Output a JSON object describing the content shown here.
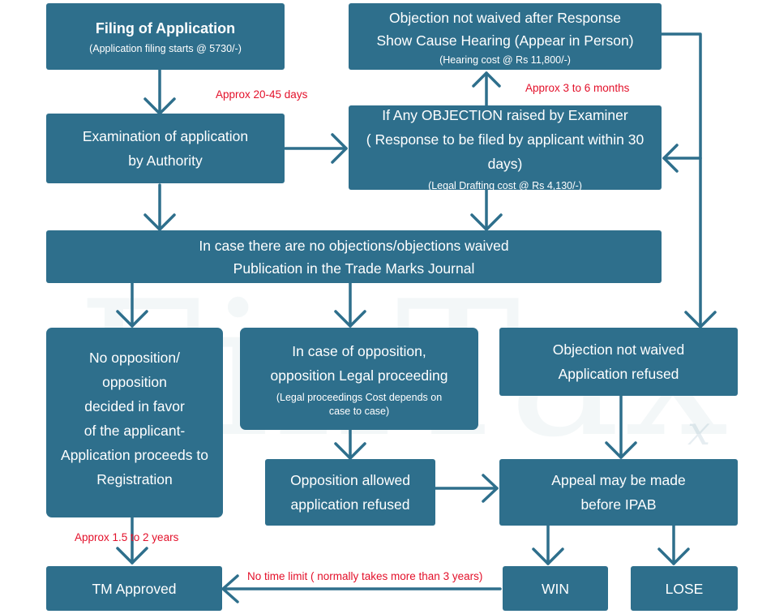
{
  "watermark": {
    "text": "FinTax",
    "mark": "x"
  },
  "boxes": {
    "filing": {
      "title": "Filing of Application",
      "sub": "(Application filing starts @ 5730/-)"
    },
    "examination": {
      "line1": "Examination of application",
      "line2": "by Authority"
    },
    "objection_raised": {
      "line1": "If Any OBJECTION raised by Examiner",
      "line2": "( Response to be filed by applicant within 30 days)",
      "sub": "(Legal Drafting cost @ Rs 4,130/-)"
    },
    "hearing": {
      "line1": "Objection not waived after Response",
      "line2": "Show Cause Hearing (Appear in Person)",
      "sub": "(Hearing cost  @ Rs 11,800/-)"
    },
    "publication": {
      "line1": "In case there are no objections/objections waived",
      "line2": "Publication in the Trade Marks Journal"
    },
    "no_opposition": {
      "lines": [
        "No opposition/",
        "opposition",
        "decided in favor",
        "of the applicant-",
        "Application proceeds to",
        "Registration"
      ]
    },
    "opposition": {
      "line1": "In case of opposition,",
      "line2": "opposition Legal proceeding",
      "sub1": "(Legal proceedings Cost  depends on",
      "sub2": "case  to case)"
    },
    "refused": {
      "line1": "Objection not waived",
      "line2": "Application refused"
    },
    "opposition_allowed": {
      "line1": "Opposition allowed",
      "line2": "application refused"
    },
    "appeal": {
      "line1": "Appeal may be made",
      "line2": "before IPAB"
    },
    "tm_approved": {
      "label": "TM Approved"
    },
    "win": {
      "label": "WIN"
    },
    "lose": {
      "label": "LOSE"
    }
  },
  "notes": {
    "filing_to_exam": "Approx 20-45 days",
    "objection_to_hearing": "Approx 3 to 6 months",
    "registration": "Approx 1.5 to 2 years",
    "win_to_tm": "No time limit ( normally takes more than 3 years)"
  },
  "colors": {
    "box": "#2e6f8c",
    "arrow": "#2e6f8c",
    "note": "#e3102a"
  }
}
